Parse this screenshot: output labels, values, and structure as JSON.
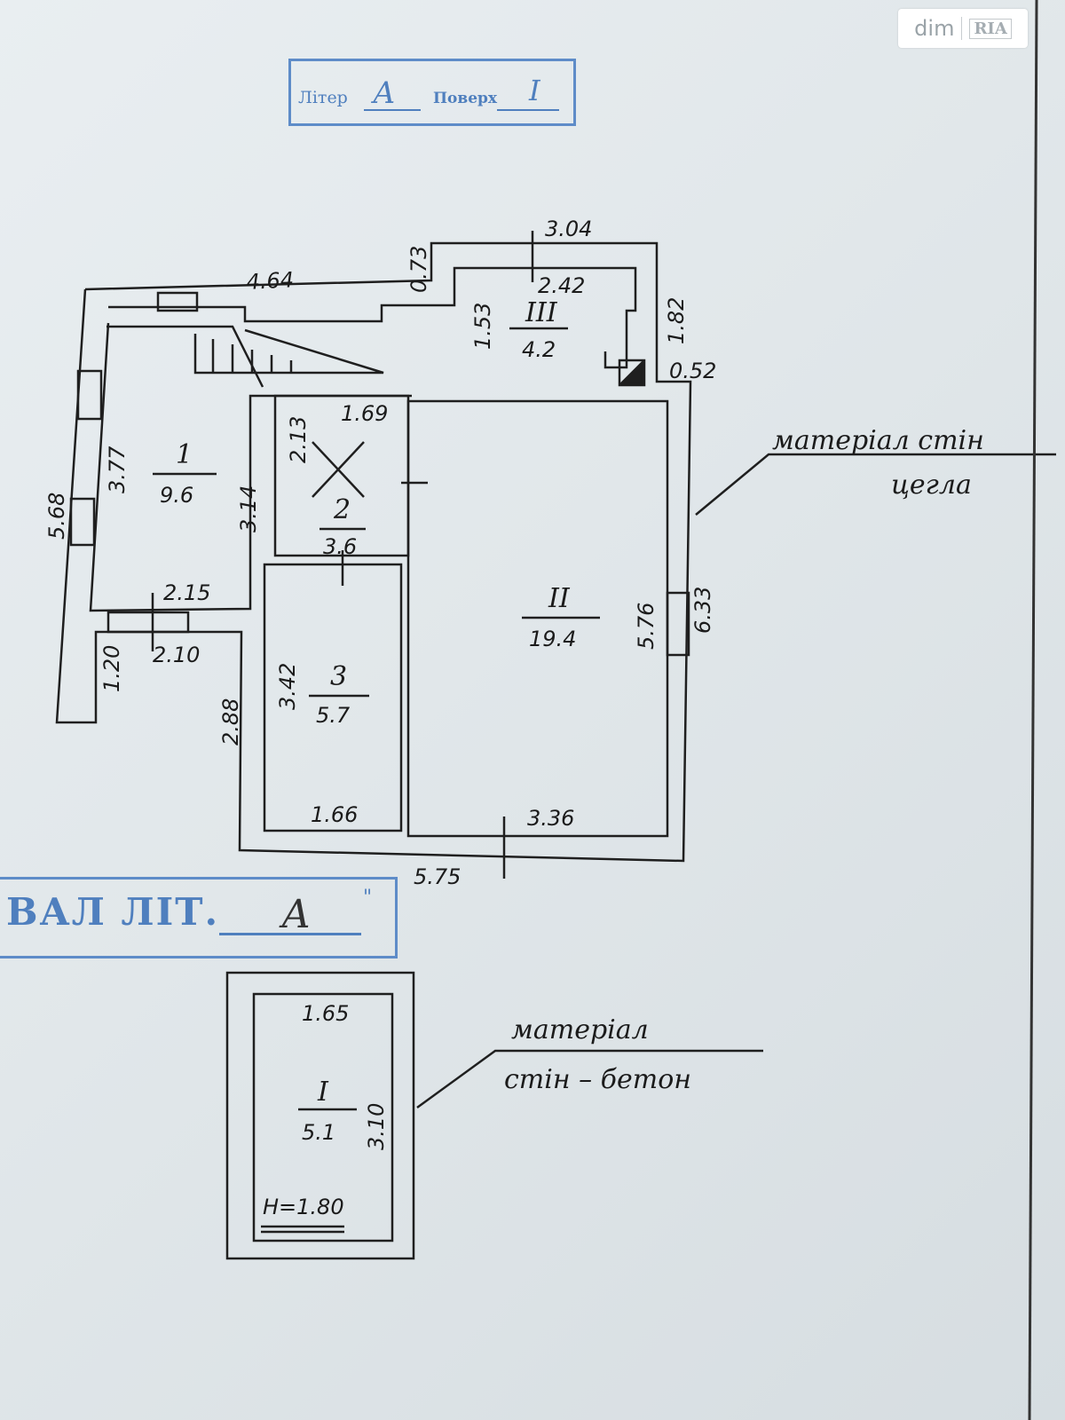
{
  "watermark": {
    "brand": "dim",
    "sub_brand": "RIA"
  },
  "stamp_top": {
    "label": "Літер",
    "letter": "А",
    "floor_label": "Поверх",
    "floor_value": "І"
  },
  "stamp_bottom": {
    "label": "ВАЛ ЛІТ.",
    "letter": "А"
  },
  "rooms": {
    "room_1": {
      "number": "1",
      "area": "9.6"
    },
    "room_2": {
      "number": "2",
      "area": "3.6"
    },
    "room_3": {
      "number": "3",
      "area": "5.7"
    },
    "room_ii": {
      "number": "ІІ",
      "area": "19.4"
    },
    "room_iii": {
      "number": "ІІІ",
      "area": "4.2"
    },
    "cellar_i": {
      "number": "І",
      "area": "5.1"
    }
  },
  "dimensions": {
    "d_4_64": "4.64",
    "d_0_73": "0.73",
    "d_3_04": "3.04",
    "d_2_42": "2.42",
    "d_1_53": "1.53",
    "d_1_82": "1.82",
    "d_0_52": "0.52",
    "d_1_69": "1.69",
    "d_2_13": "2.13",
    "d_3_14": "3.14",
    "d_3_77": "3.77",
    "d_5_68": "5.68",
    "d_2_15": "2.15",
    "d_2_10": "2.10",
    "d_1_20": "1.20",
    "d_2_88": "2.88",
    "d_3_42": "3.42",
    "d_1_66": "1.66",
    "d_3_36": "3.36",
    "d_5_75": "5.75",
    "d_5_76": "5.76",
    "d_6_33": "6.33",
    "d_1_65": "1.65",
    "d_3_10": "3.10"
  },
  "cellar_height": "Н=1.80",
  "annotations": {
    "walls_house_line1": "матеріал стін",
    "walls_house_line2": "цегла",
    "walls_cellar_line1": "матеріал",
    "walls_cellar_line2": "стін – бетон"
  }
}
